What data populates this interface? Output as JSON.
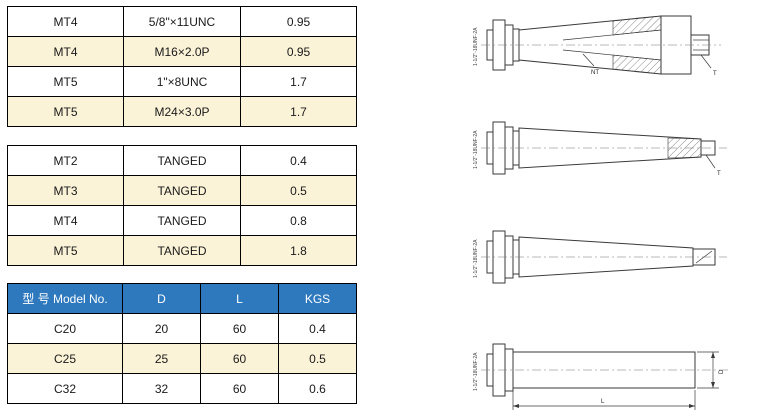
{
  "colors": {
    "row_alt_cream": "#FBF3D8",
    "header_blue": "#2E79BE",
    "header_text": "#FFFFFF",
    "table_border": "#000000",
    "drawing_line": "#3A3A3A"
  },
  "thread_table": {
    "rows": [
      [
        "MT4",
        "5/8\"×11UNC",
        "0.95"
      ],
      [
        "MT4",
        "M16×2.0P",
        "0.95"
      ],
      [
        "MT5",
        "1\"×8UNC",
        "1.7"
      ],
      [
        "MT5",
        "M24×3.0P",
        "1.7"
      ]
    ]
  },
  "tanged_table": {
    "rows": [
      [
        "MT2",
        "TANGED",
        "0.4"
      ],
      [
        "MT3",
        "TANGED",
        "0.5"
      ],
      [
        "MT4",
        "TANGED",
        "0.8"
      ],
      [
        "MT5",
        "TANGED",
        "1.8"
      ]
    ]
  },
  "model_table": {
    "headers": [
      "型 号 Model No.",
      "D",
      "L",
      "KGS"
    ],
    "rows": [
      [
        "C20",
        "20",
        "60",
        "0.4"
      ],
      [
        "C25",
        "25",
        "60",
        "0.5"
      ],
      [
        "C32",
        "32",
        "60",
        "0.6"
      ]
    ]
  },
  "drawings": {
    "thread_label": "1-1/2\"-18UNF-2A",
    "d1": {
      "nt": "NT",
      "t": "T"
    },
    "d2": {
      "t": "T"
    },
    "d4": {
      "d": "D",
      "l": "L"
    }
  }
}
